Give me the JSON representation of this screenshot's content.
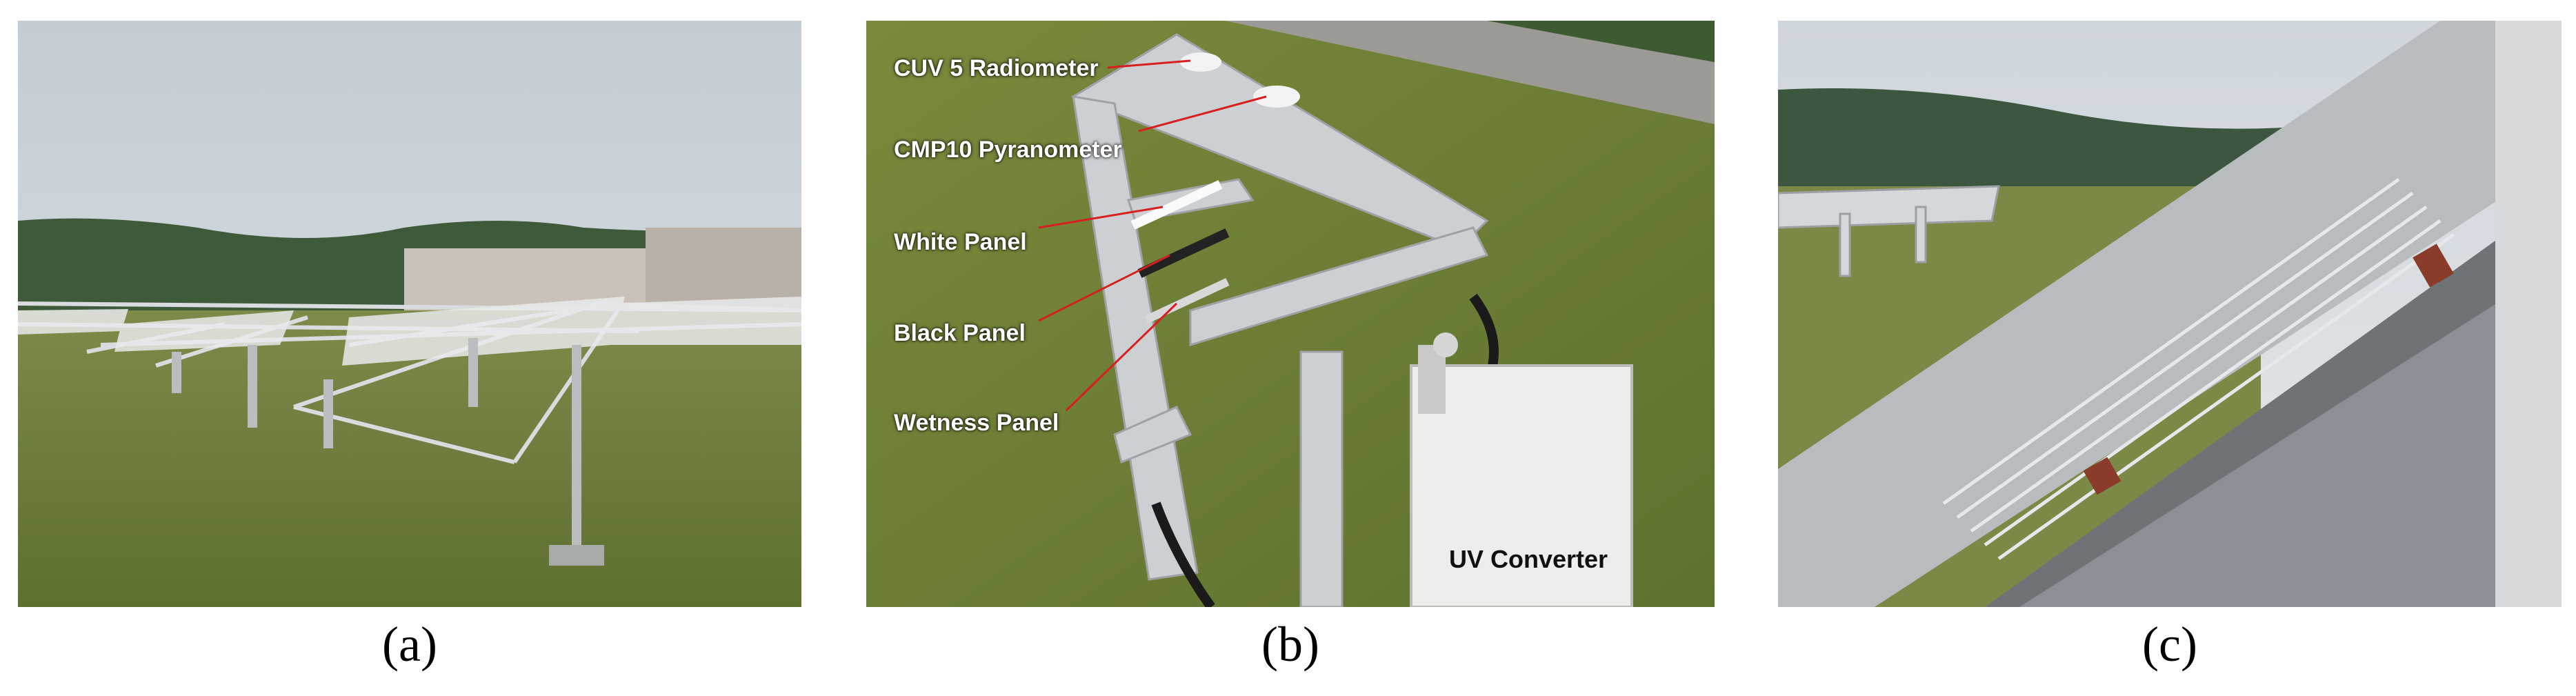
{
  "panels": [
    {
      "id": "a",
      "caption_open": "(",
      "caption_letter": "a",
      "caption_close": ")"
    },
    {
      "id": "b",
      "caption_open": "(",
      "caption_letter": "b",
      "caption_close": ")"
    },
    {
      "id": "c",
      "caption_open": "(",
      "caption_letter": "c",
      "caption_close": ")"
    }
  ],
  "labels": {
    "cuv5": "CUV 5 Radiometer",
    "cmp10": "CMP10 Pyranometer",
    "white_panel": "White Panel",
    "black_panel": "Black Panel",
    "wetness_panel": "Wetness Panel",
    "uv_converter": "UV Converter"
  },
  "colors": {
    "sky": "#c9d2d8",
    "grass": "#6f7f3a",
    "metal": "#c7cacd",
    "annotation_line": "#d81e1e"
  }
}
